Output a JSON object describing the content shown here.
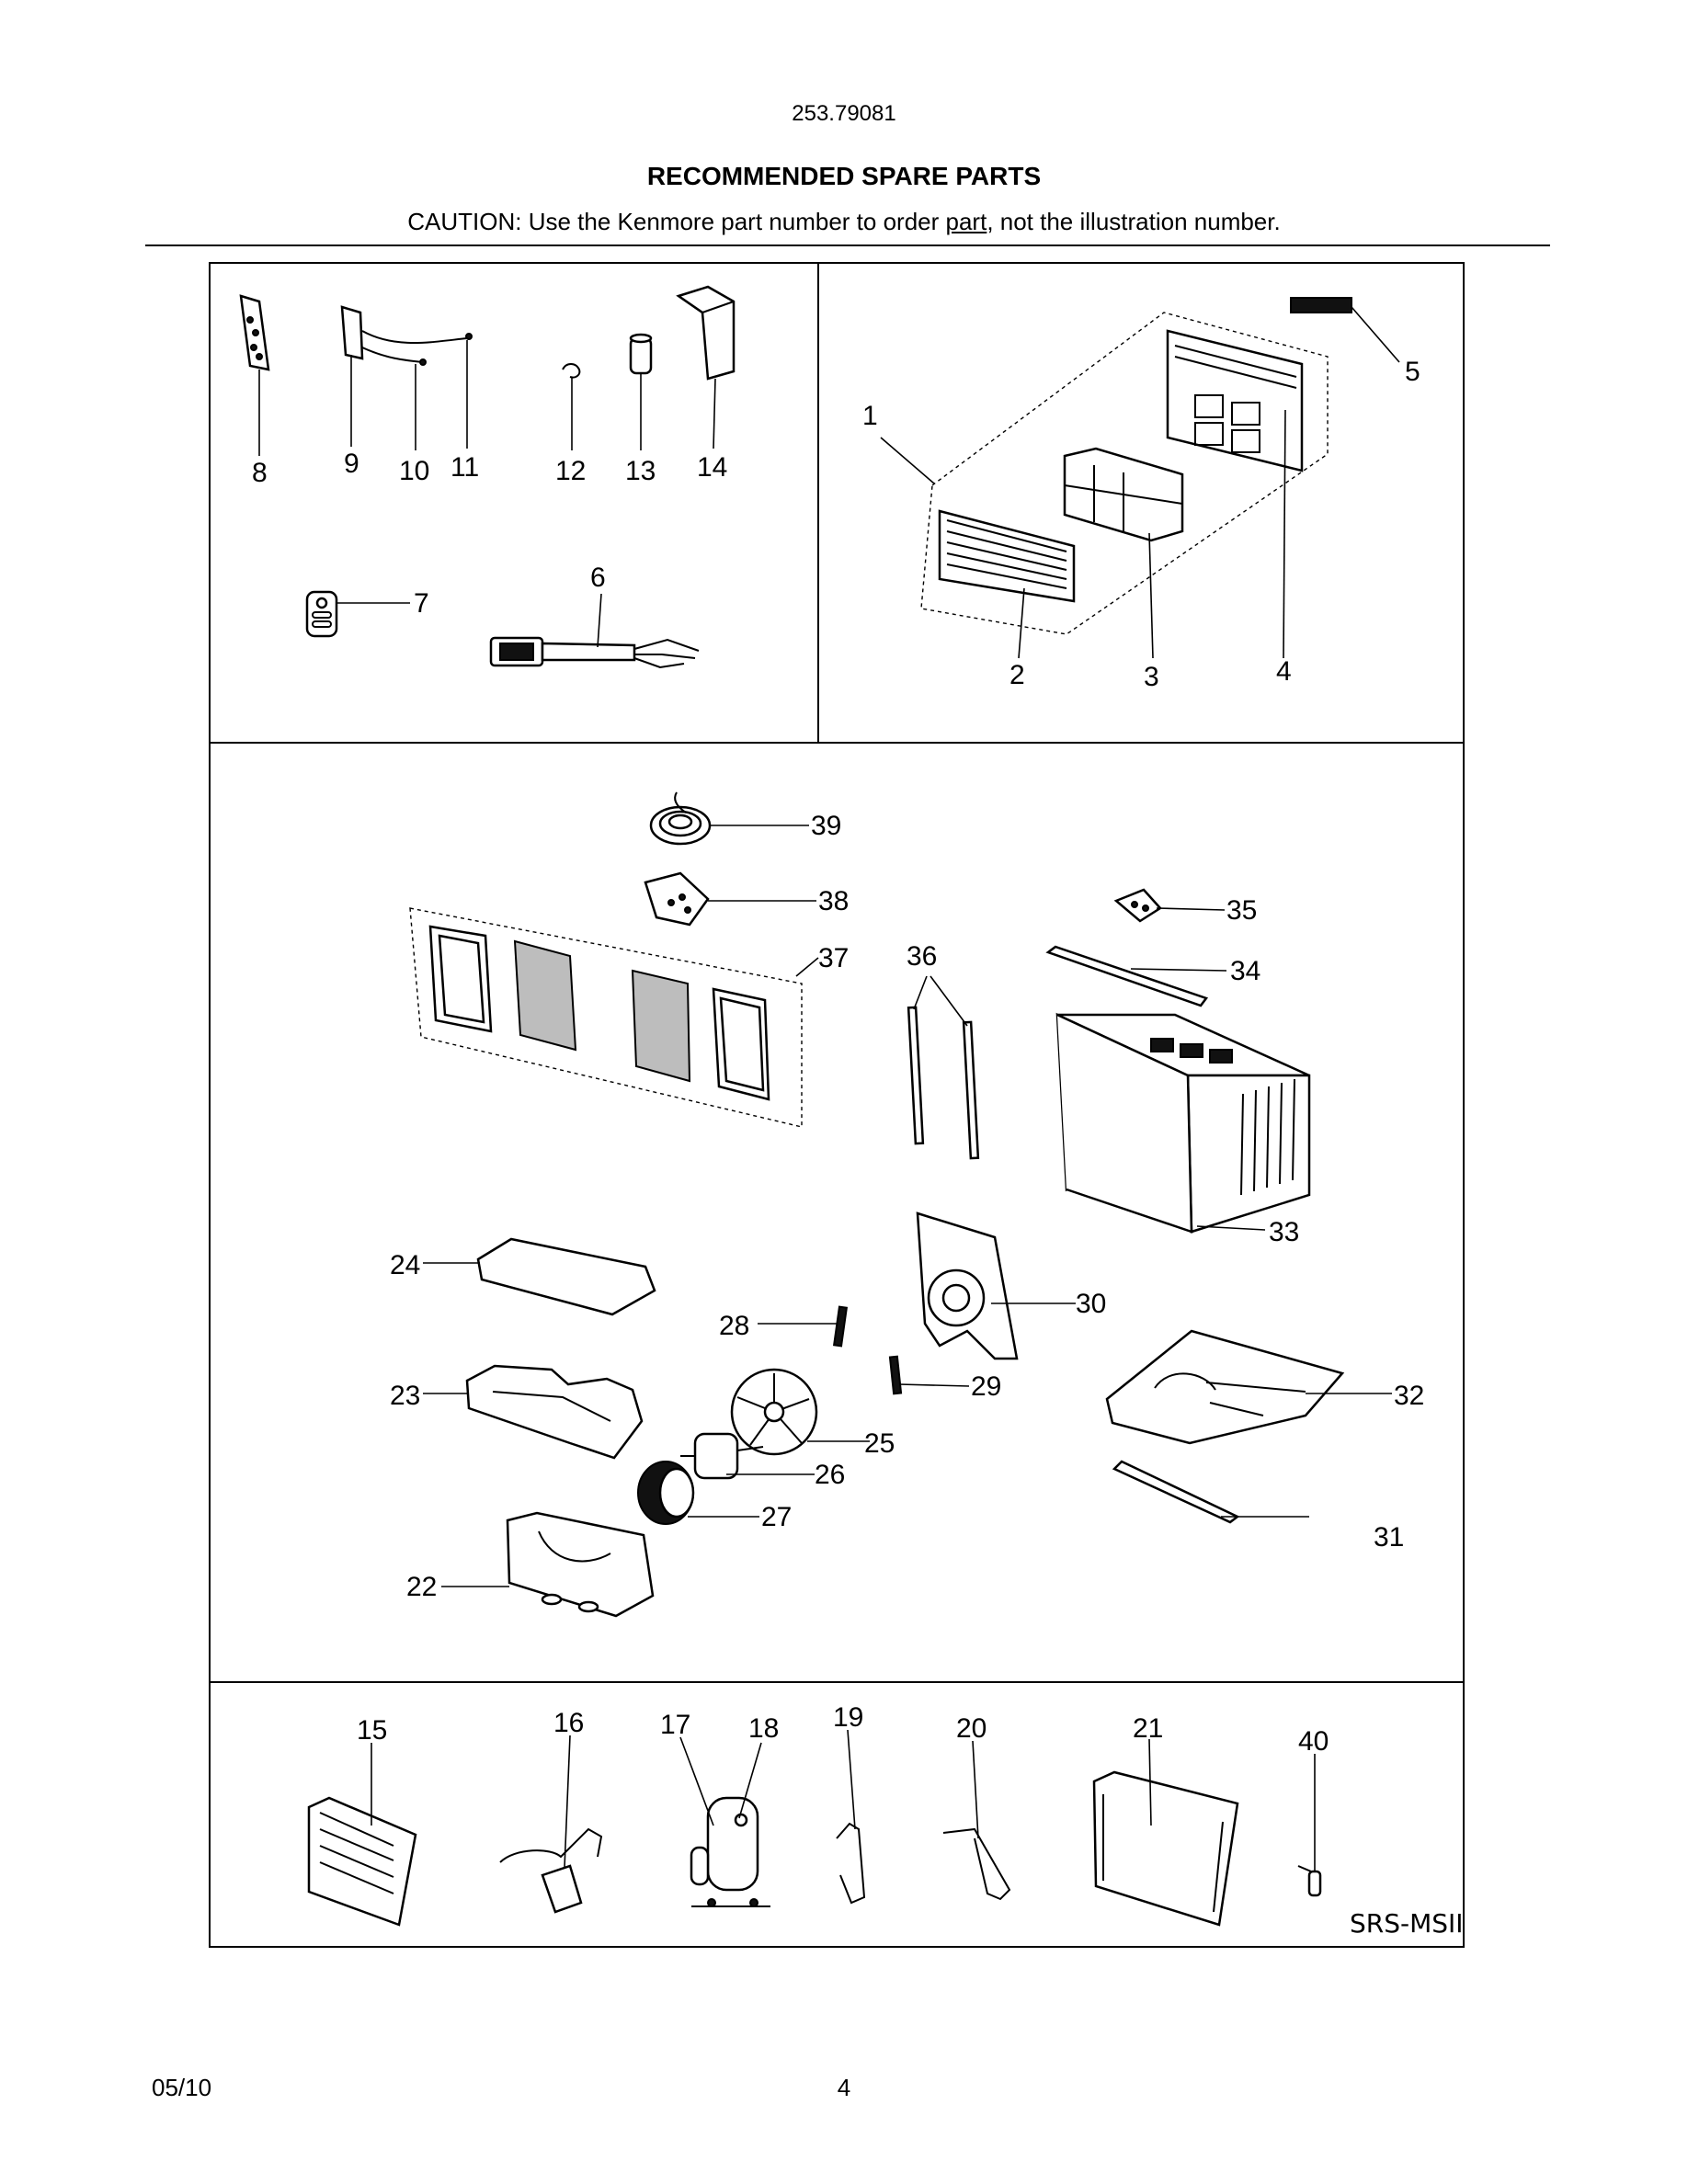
{
  "header": {
    "model_number": "253.79081",
    "title": "RECOMMENDED SPARE PARTS",
    "caution_prefix": "CAUTION: Use the Kenmore part number to order ",
    "caution_link": "part",
    "caution_suffix": ", not the illustration number."
  },
  "callouts": [
    "1",
    "2",
    "3",
    "4",
    "5",
    "6",
    "7",
    "8",
    "9",
    "10",
    "11",
    "12",
    "13",
    "14",
    "15",
    "16",
    "17",
    "18",
    "19",
    "20",
    "21",
    "22",
    "23",
    "24",
    "25",
    "26",
    "27",
    "28",
    "29",
    "30",
    "31",
    "32",
    "33",
    "34",
    "35",
    "36",
    "37",
    "38",
    "39",
    "40"
  ],
  "diagram_tag": "SRS-MSII",
  "footer": {
    "date": "05/10",
    "page": "4"
  }
}
